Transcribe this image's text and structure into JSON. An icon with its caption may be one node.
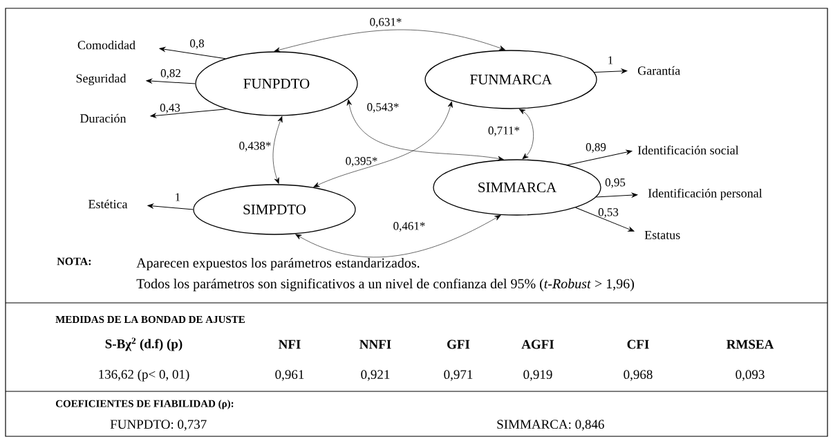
{
  "diagram": {
    "nodes": [
      {
        "text": [
          "FUNPDTO"
        ]
      },
      {
        "text": [
          "FUNMARCA"
        ]
      },
      {
        "text": [
          "SIMPDTO"
        ]
      },
      {
        "text": [
          "SIMMARCA"
        ]
      },
      {
        "text": [
          "Comodidad"
        ]
      },
      {
        "text": [
          "Seguridad"
        ]
      },
      {
        "text": [
          "Duración"
        ]
      },
      {
        "text": [
          "Garantía"
        ]
      },
      {
        "text": [
          "Estética"
        ]
      },
      {
        "text": [
          "Identificación social"
        ]
      },
      {
        "text": [
          "Identificación personal"
        ]
      },
      {
        "text": [
          "Estatus"
        ]
      }
    ],
    "edges": [
      {
        "from": 0,
        "to": 4,
        "arrow": "to",
        "label": "0,8"
      },
      {
        "from": 0,
        "to": 5,
        "arrow": "to",
        "label": "0,82"
      },
      {
        "from": 0,
        "to": 6,
        "arrow": "to",
        "label": "0,43"
      },
      {
        "from": 1,
        "to": 7,
        "arrow": "to",
        "label": "1"
      },
      {
        "from": 2,
        "to": 8,
        "arrow": "to",
        "label": "1"
      },
      {
        "from": 3,
        "to": 9,
        "arrow": "to",
        "label": "0,89"
      },
      {
        "from": 3,
        "to": 10,
        "arrow": "to",
        "label": "0,95"
      },
      {
        "from": 3,
        "to": 11,
        "arrow": "to",
        "label": "0,53"
      },
      {
        "from": 0,
        "to": 1,
        "arrow": "both",
        "label": "0,631*"
      },
      {
        "from": 0,
        "to": 3,
        "arrow": "both",
        "label": "0,543*"
      },
      {
        "from": 0,
        "to": 2,
        "arrow": "both",
        "label": "0,438*"
      },
      {
        "from": 1,
        "to": 2,
        "arrow": "both",
        "label": "0,395*"
      },
      {
        "from": 1,
        "to": 3,
        "arrow": "both",
        "label": "0,711*"
      },
      {
        "from": 2,
        "to": 3,
        "arrow": "both",
        "label": "0,461*"
      }
    ],
    "labels": [
      "NOTA:",
      "Aparecen expuestos los parámetros estandarizados.",
      "Todos los parámetros son significativos a un nivel de confianza del 95% (*t-Robust*  > 1,96)",
      "MEDIDAS DE LA BONDAD DE AJUSTE",
      "S-Bχ$^{2}$ (d.f) (p)",
      "NFI",
      "NNFI",
      "GFI",
      "AGFI",
      "CFI",
      "RMSEA",
      "136,62 (p< 0, 01)",
      "0,961",
      "0,921",
      "0,971",
      "0,919",
      "0,968",
      "0,093",
      "COEFICIENTES DE FIABILIDAD (ρ):",
      "FUNPDTO: 0,737",
      "SIMMARCA: 0,846"
    ]
  }
}
